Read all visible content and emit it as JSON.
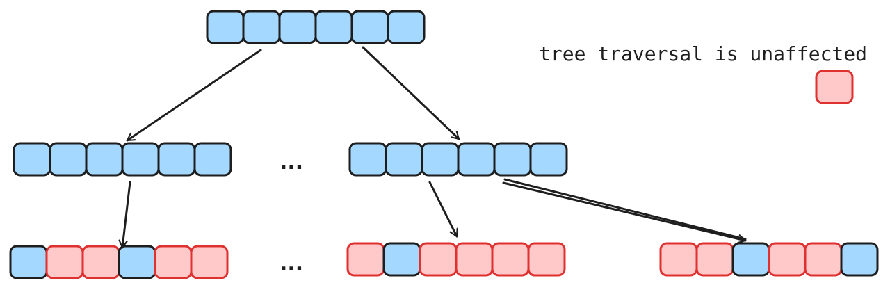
{
  "legend": {
    "caption": "tree traversal is unaffected",
    "swatch_state": "affected"
  },
  "colors": {
    "unaffected_fill": "#a5d8ff",
    "unaffected_stroke": "#1e1e1e",
    "affected_fill": "#ffc9c9",
    "affected_stroke": "#e03131"
  },
  "ellipsis": "...",
  "tree": {
    "root": [
      "unaffected",
      "unaffected",
      "unaffected",
      "unaffected",
      "unaffected",
      "unaffected"
    ],
    "level1": [
      [
        "unaffected",
        "unaffected",
        "unaffected",
        "unaffected",
        "unaffected",
        "unaffected"
      ],
      [
        "unaffected",
        "unaffected",
        "unaffected",
        "unaffected",
        "unaffected",
        "unaffected"
      ]
    ],
    "leaves": [
      [
        "unaffected",
        "affected",
        "affected",
        "unaffected",
        "affected",
        "affected"
      ],
      [
        "affected",
        "unaffected",
        "affected",
        "affected",
        "affected",
        "affected"
      ],
      [
        "affected",
        "affected",
        "unaffected",
        "affected",
        "affected",
        "unaffected"
      ]
    ]
  }
}
